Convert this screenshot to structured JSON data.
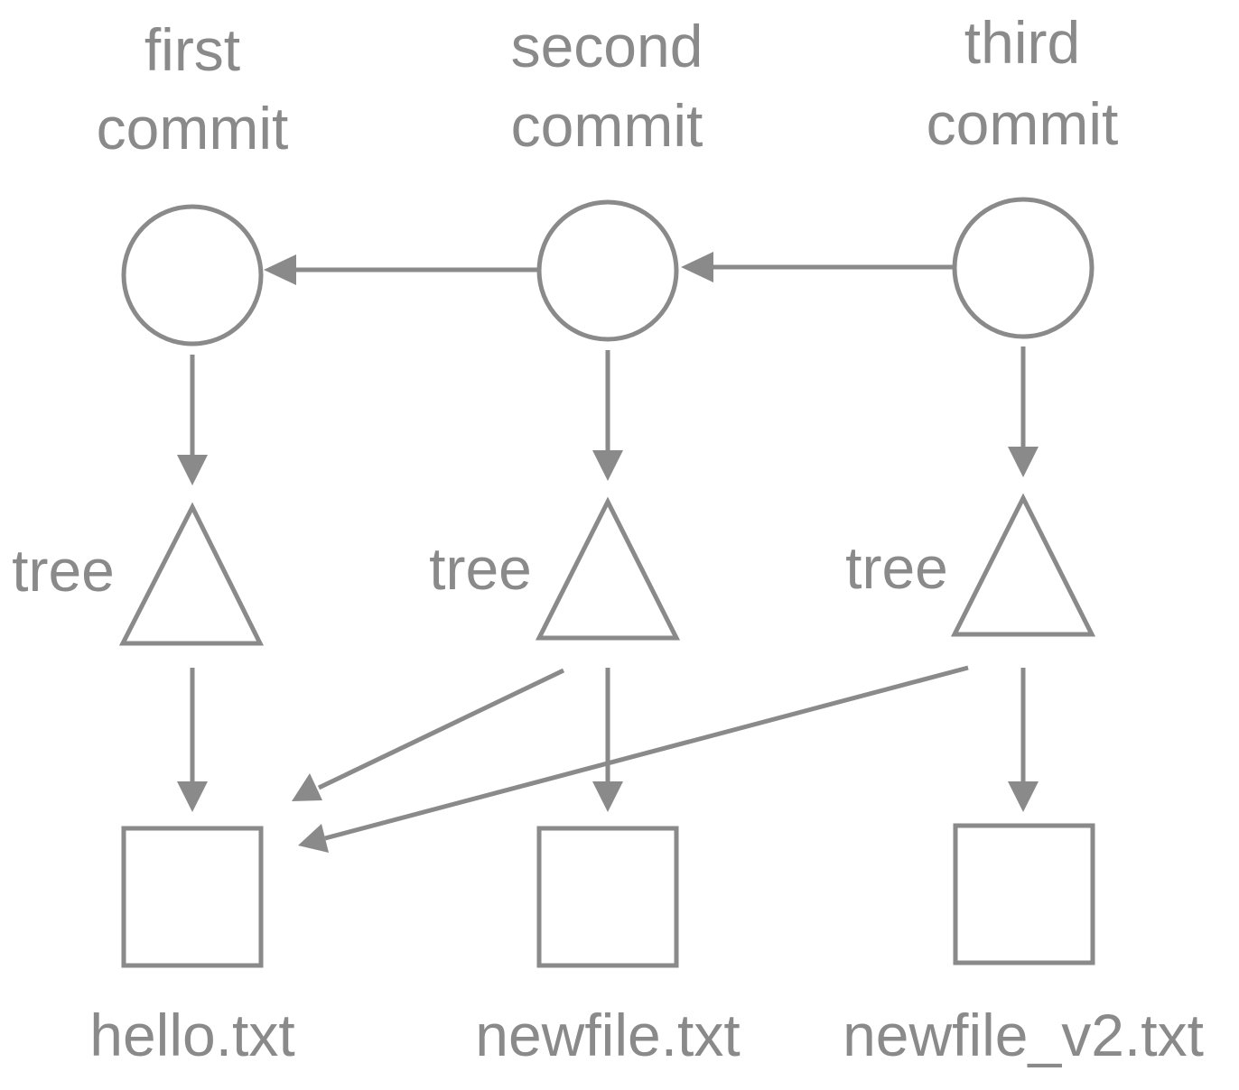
{
  "colors": {
    "stroke": "#8a8a8a",
    "text": "#8a8a8a",
    "background": "#ffffff"
  },
  "commits": [
    {
      "label_line1": "first",
      "label_line2": "commit"
    },
    {
      "label_line1": "second",
      "label_line2": "commit"
    },
    {
      "label_line1": "third",
      "label_line2": "commit"
    }
  ],
  "trees": [
    {
      "label": "tree"
    },
    {
      "label": "tree"
    },
    {
      "label": "tree"
    }
  ],
  "files": [
    {
      "label": "hello.txt"
    },
    {
      "label": "newfile.txt"
    },
    {
      "label": "newfile_v2.txt"
    }
  ],
  "edges": [
    {
      "from": "commit-2",
      "to": "commit-1"
    },
    {
      "from": "commit-3",
      "to": "commit-2"
    },
    {
      "from": "commit-1",
      "to": "tree-1"
    },
    {
      "from": "commit-2",
      "to": "tree-2"
    },
    {
      "from": "commit-3",
      "to": "tree-3"
    },
    {
      "from": "tree-1",
      "to": "file-1"
    },
    {
      "from": "tree-2",
      "to": "file-1"
    },
    {
      "from": "tree-2",
      "to": "file-2"
    },
    {
      "from": "tree-3",
      "to": "file-1"
    },
    {
      "from": "tree-3",
      "to": "file-3"
    }
  ]
}
